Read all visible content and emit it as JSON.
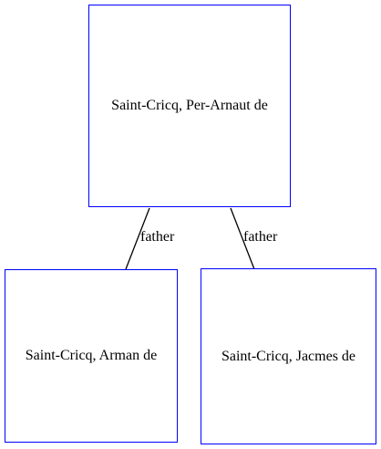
{
  "nodes": {
    "per_arnaut": {
      "label": "Saint-Cricq, Per-Arnaut de"
    },
    "arman": {
      "label": "Saint-Cricq, Arman de"
    },
    "jacmes": {
      "label": "Saint-Cricq, Jacmes de"
    }
  },
  "edges": [
    {
      "from": "per_arnaut",
      "to": "arman",
      "label": "father"
    },
    {
      "from": "per_arnaut",
      "to": "jacmes",
      "label": "father"
    }
  ],
  "colors": {
    "node_border": "#0000ff",
    "edge": "#000000",
    "text": "#000000"
  }
}
